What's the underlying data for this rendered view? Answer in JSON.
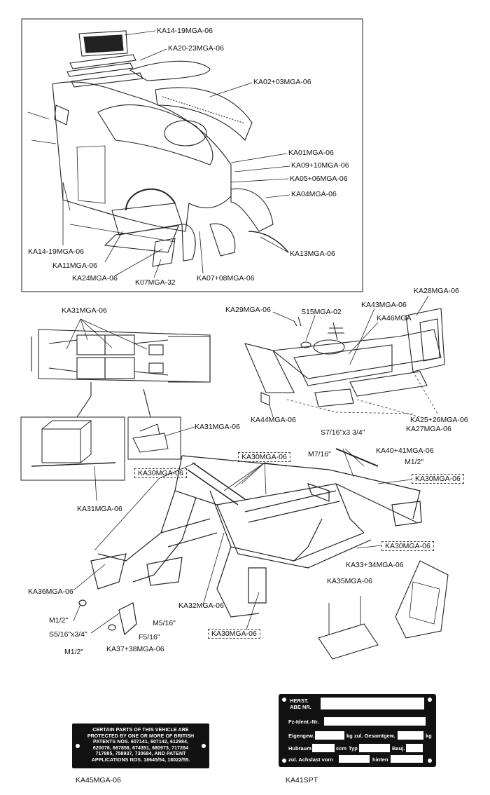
{
  "top_panel": {
    "labels": {
      "ka14_top": "KA14-19MGA-06",
      "ka20": "KA20-23MGA-06",
      "ka02": "KA02+03MGA-06",
      "ka01": "KA01MGA-06",
      "ka09": "KA09+10MGA-06",
      "ka05": "KA05+06MGA-06",
      "ka04": "KA04MGA-06",
      "ka14_left": "KA14-19MGA-06",
      "ka11": "KA11MGA-06",
      "ka24": "KA24MGA-06",
      "k07": "K07MGA-32",
      "ka07": "KA07+08MGA-06",
      "ka13": "KA13MGA-06"
    }
  },
  "middle": {
    "labels": {
      "ka31_top": "KA31MGA-06",
      "ka31_detail": "KA31MGA-06",
      "ka31_bottom": "KA31MGA-06",
      "ka29": "KA29MGA-06",
      "s15": "S15MGA-02",
      "ka43": "KA43MGA-06",
      "ka46": "KA46MGA",
      "ka28": "KA28MGA-06",
      "ka44": "KA44MGA-06",
      "ka25": "KA25+26MGA-06",
      "ka27": "KA27MGA-06"
    }
  },
  "chassis": {
    "labels": {
      "ka30_a": "KA30MGA-06",
      "ka30_b": "KA30MGA-06",
      "ka30_c": "KA30MGA-06",
      "ka30_d": "KA30MGA-06",
      "ka30_e": "KA30MGA-06",
      "s7": "S7/16\"x3 3/4\"",
      "m7": "M7/16\"",
      "ka40": "KA40+41MGA-06",
      "m12_right": "M1/2\"",
      "ka33": "KA33+34MGA-06",
      "ka35": "KA35MGA-06",
      "ka36": "KA36MGA-06",
      "m12_left": "M1/2\"",
      "s516": "S5/16\"x3/4\"",
      "m516": "M5/16\"",
      "f516": "F5/16\"",
      "m12_bottom": "M1/2\"",
      "ka37": "KA37+38MGA-06",
      "ka32": "KA32MGA-06"
    }
  },
  "plates": {
    "patent": {
      "lines": [
        "CERTAIN PARTS OF THIS VEHICLE ARE",
        "PROTECTED BY ONE OR MORE OF BRITISH",
        "PATENTS NOS. 607141, 607142, 612984,",
        "620076, 667858, 674351, 680973, 717284",
        "717885, 758937, 730684, AND PATENT",
        "APPLICATIONS NOS. 18645/54, 18022/55."
      ],
      "part_number": "KA45MGA-06"
    },
    "type_plate": {
      "herst": "HERST.",
      "abe": "ABE NR.",
      "fz": "Fz-Ident.-Nr.",
      "eigengew": "Eigengew.",
      "kg1": "kg",
      "zul_gesamt": "zul. Gesamtgew.",
      "kg2": "kg",
      "hubraum": "Hubraum",
      "ccm": "ccm",
      "typ": "Typ",
      "bauj": "Bauj.",
      "zul_achslast": "zul. Achslast vorn",
      "hinten": "hinten",
      "part_number": "KA41SPT"
    }
  }
}
